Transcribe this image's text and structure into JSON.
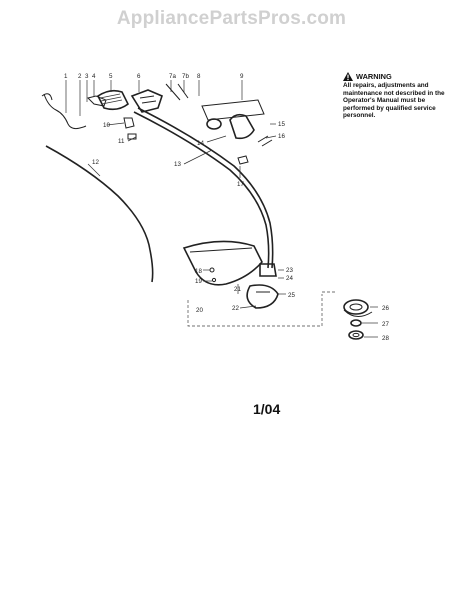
{
  "watermark": "AppliancePartsPros.com",
  "warning": {
    "title": "WARNING",
    "body": "All repairs, adjustments and maintenance not described in the Operator's Manual must be performed by qualified service personnel."
  },
  "date_code": "1/04",
  "callouts": {
    "c1": "1",
    "c2": "2",
    "c3": "3",
    "c4": "4",
    "c5": "5",
    "c6": "6",
    "c7a": "7a",
    "c7b": "7b",
    "c8": "8",
    "c9": "9",
    "c10": "10",
    "c11": "11",
    "c12": "12",
    "c13": "13",
    "c14": "14",
    "c15": "15",
    "c16": "16",
    "c17": "17",
    "c18": "18",
    "c19": "19",
    "c20": "20",
    "c21": "21",
    "c22": "22",
    "c23": "23",
    "c24": "24",
    "c25": "25",
    "c26": "26",
    "c27": "27",
    "c28": "28"
  },
  "icons": {
    "warning": "warning-triangle-icon"
  }
}
